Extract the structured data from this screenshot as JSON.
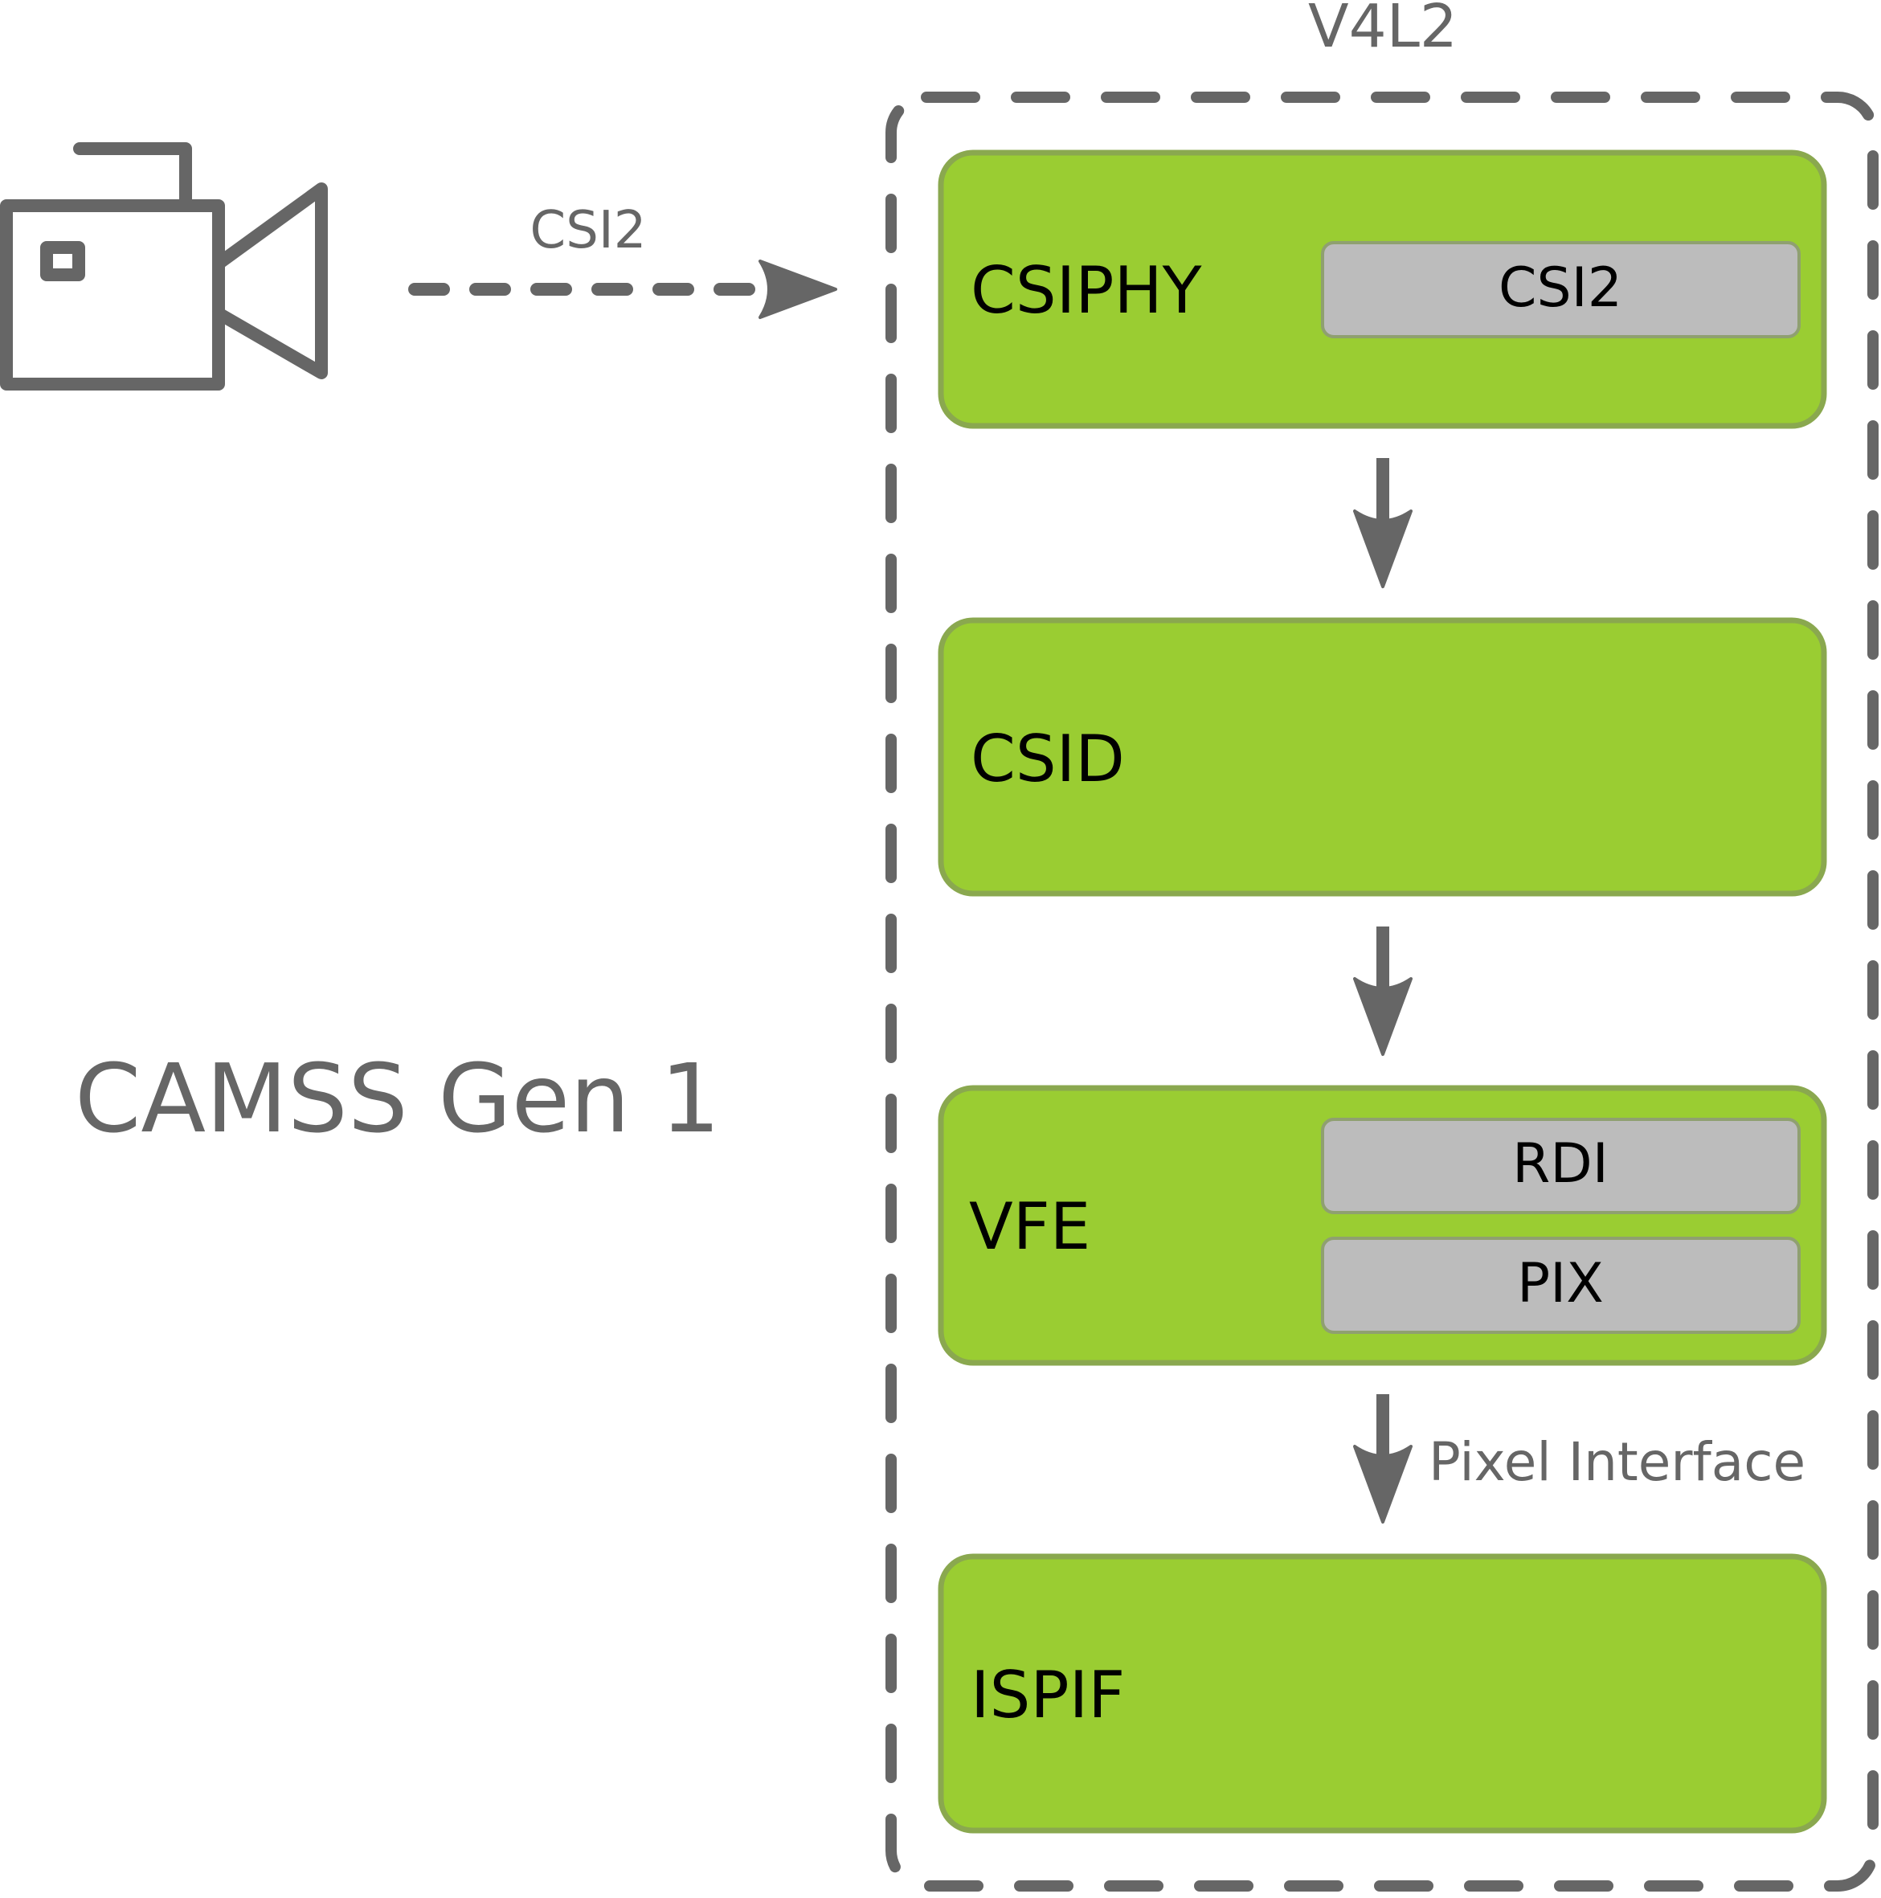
{
  "diagram": {
    "framework_label": "V4L2",
    "system_title": "CAMSS Gen 1",
    "link_label": "CSI2",
    "pixel_interface_label": "Pixel Interface",
    "blocks": {
      "csiphy": {
        "label": "CSIPHY",
        "sub": [
          "CSI2"
        ]
      },
      "csid": {
        "label": "CSID"
      },
      "vfe": {
        "label": "VFE",
        "sub": [
          "RDI",
          "PIX"
        ]
      },
      "ispif": {
        "label": "ISPIF"
      }
    },
    "colors": {
      "block_fill": "#9acd32",
      "block_stroke": "#8aa84f",
      "sub_fill": "#bcbcbc",
      "line": "#666666"
    },
    "icons": {
      "source": "video-camera-icon"
    }
  }
}
